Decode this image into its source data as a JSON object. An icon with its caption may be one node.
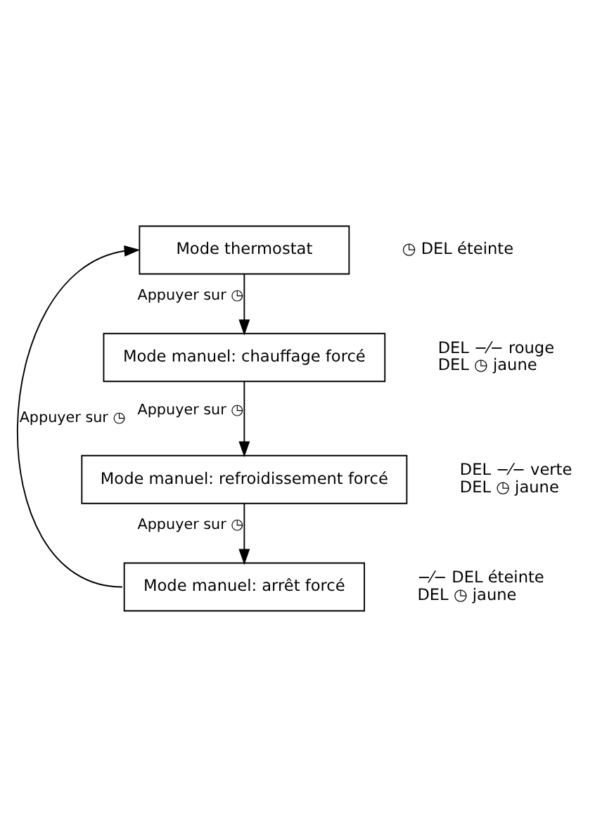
{
  "diagram": {
    "nodes": [
      {
        "text": [
          "Mode thermostat"
        ],
        "beside": [
          "◷ DEL éteinte"
        ]
      },
      {
        "text": [
          "Mode manuel: chauffage forcé"
        ],
        "beside": [
          "DEL −⁄− rouge",
          "DEL ◷ jaune"
        ]
      },
      {
        "text": [
          "Mode manuel: refroidissement forcé"
        ],
        "beside": [
          "DEL −⁄− verte",
          "DEL ◷ jaune"
        ]
      },
      {
        "text": [
          "Mode manuel: arrêt forcé"
        ],
        "beside": [
          "−⁄− DEL éteinte",
          "DEL ◷ jaune"
        ]
      }
    ],
    "edges": [
      {
        "from": 0,
        "to": 1,
        "arrow": "to",
        "label": "Appuyer sur ◷"
      },
      {
        "from": 1,
        "to": 2,
        "arrow": "to",
        "label": "Appuyer sur ◷"
      },
      {
        "from": 2,
        "to": 3,
        "arrow": "to",
        "label": "Appuyer sur ◷"
      },
      {
        "from": 3,
        "to": 0,
        "arrow": "to",
        "label": "Appuyer sur ◷"
      }
    ]
  }
}
